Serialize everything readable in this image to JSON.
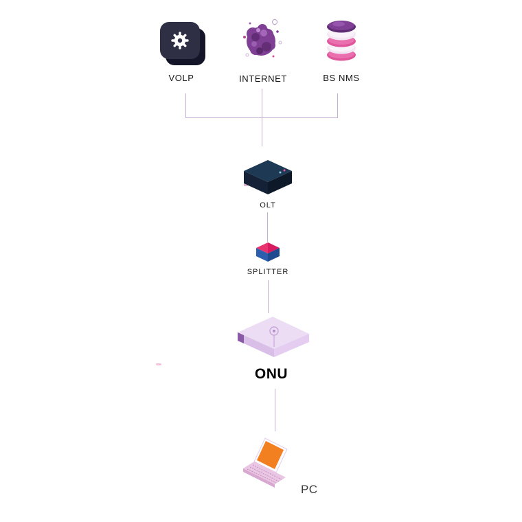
{
  "nodes": {
    "volp": {
      "label": "VOLP",
      "icon": "gear-icon"
    },
    "internet": {
      "label": "INTERNET",
      "icon": "network-globe-icon"
    },
    "bs_nms": {
      "label": "BS NMS",
      "icon": "database-stack-icon"
    },
    "olt": {
      "label": "OLT",
      "icon": "olt-device-icon"
    },
    "splitter": {
      "label": "SPLITTER",
      "icon": "splitter-device-icon"
    },
    "onu": {
      "label": "ONU",
      "icon": "onu-device-icon"
    },
    "pc": {
      "label": "PC",
      "icon": "laptop-icon"
    }
  },
  "edges": [
    {
      "from": "volp",
      "to": "bus"
    },
    {
      "from": "internet",
      "to": "olt"
    },
    {
      "from": "bs_nms",
      "to": "bus"
    },
    {
      "from": "olt",
      "to": "splitter"
    },
    {
      "from": "splitter",
      "to": "onu"
    },
    {
      "from": "onu",
      "to": "pc"
    }
  ],
  "colors": {
    "background": "#ffffff",
    "connector_line": "#c4aed1",
    "gear_box": "#2e2e44",
    "gear_box_shadow": "#15152a",
    "globe_purple": "#7e3f94",
    "globe_dark": "#5d2a6e",
    "database_magenta": "#e0559b",
    "database_purple": "#5f2d73",
    "olt_top": "#1d3954",
    "olt_front": "#142136",
    "olt_side": "#0d1828",
    "splitter_top": "#e8336e",
    "splitter_front": "#2b5fad",
    "onu_top": "#ecdcf4",
    "onu_front": "#d9bfe8",
    "onu_edge": "#8a5aa6",
    "pc_screen": "#f28020",
    "pc_base": "#e9c7e4"
  }
}
